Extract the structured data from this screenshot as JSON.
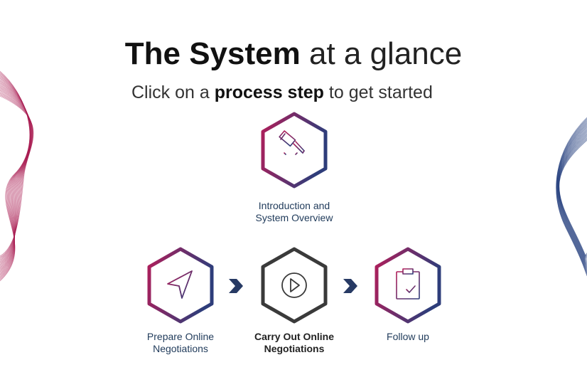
{
  "header": {
    "title_bold": "The System",
    "title_rest": "at a glance",
    "subtitle_pre": "Click on a",
    "subtitle_bold": "process step",
    "subtitle_post": "to get started"
  },
  "steps": [
    {
      "label_line1": "Introduction and",
      "label_line2": "System Overview",
      "icon": "gavel-icon"
    },
    {
      "label_line1": "Prepare Online",
      "label_line2": "Negotiations",
      "icon": "navigation-arrow-icon"
    },
    {
      "label_line1": "Carry Out Online",
      "label_line2": "Negotiations",
      "icon": "play-icon"
    },
    {
      "label_line1": "Follow up",
      "label_line2": "",
      "icon": "clipboard-check-icon"
    }
  ],
  "colors": {
    "hex_gradient_start": "#b11e5a",
    "hex_gradient_end": "#2e3d7a",
    "hex_active": "#3a3a3a",
    "arrow": "#273a64",
    "label_blue": "#1f3a5a"
  }
}
